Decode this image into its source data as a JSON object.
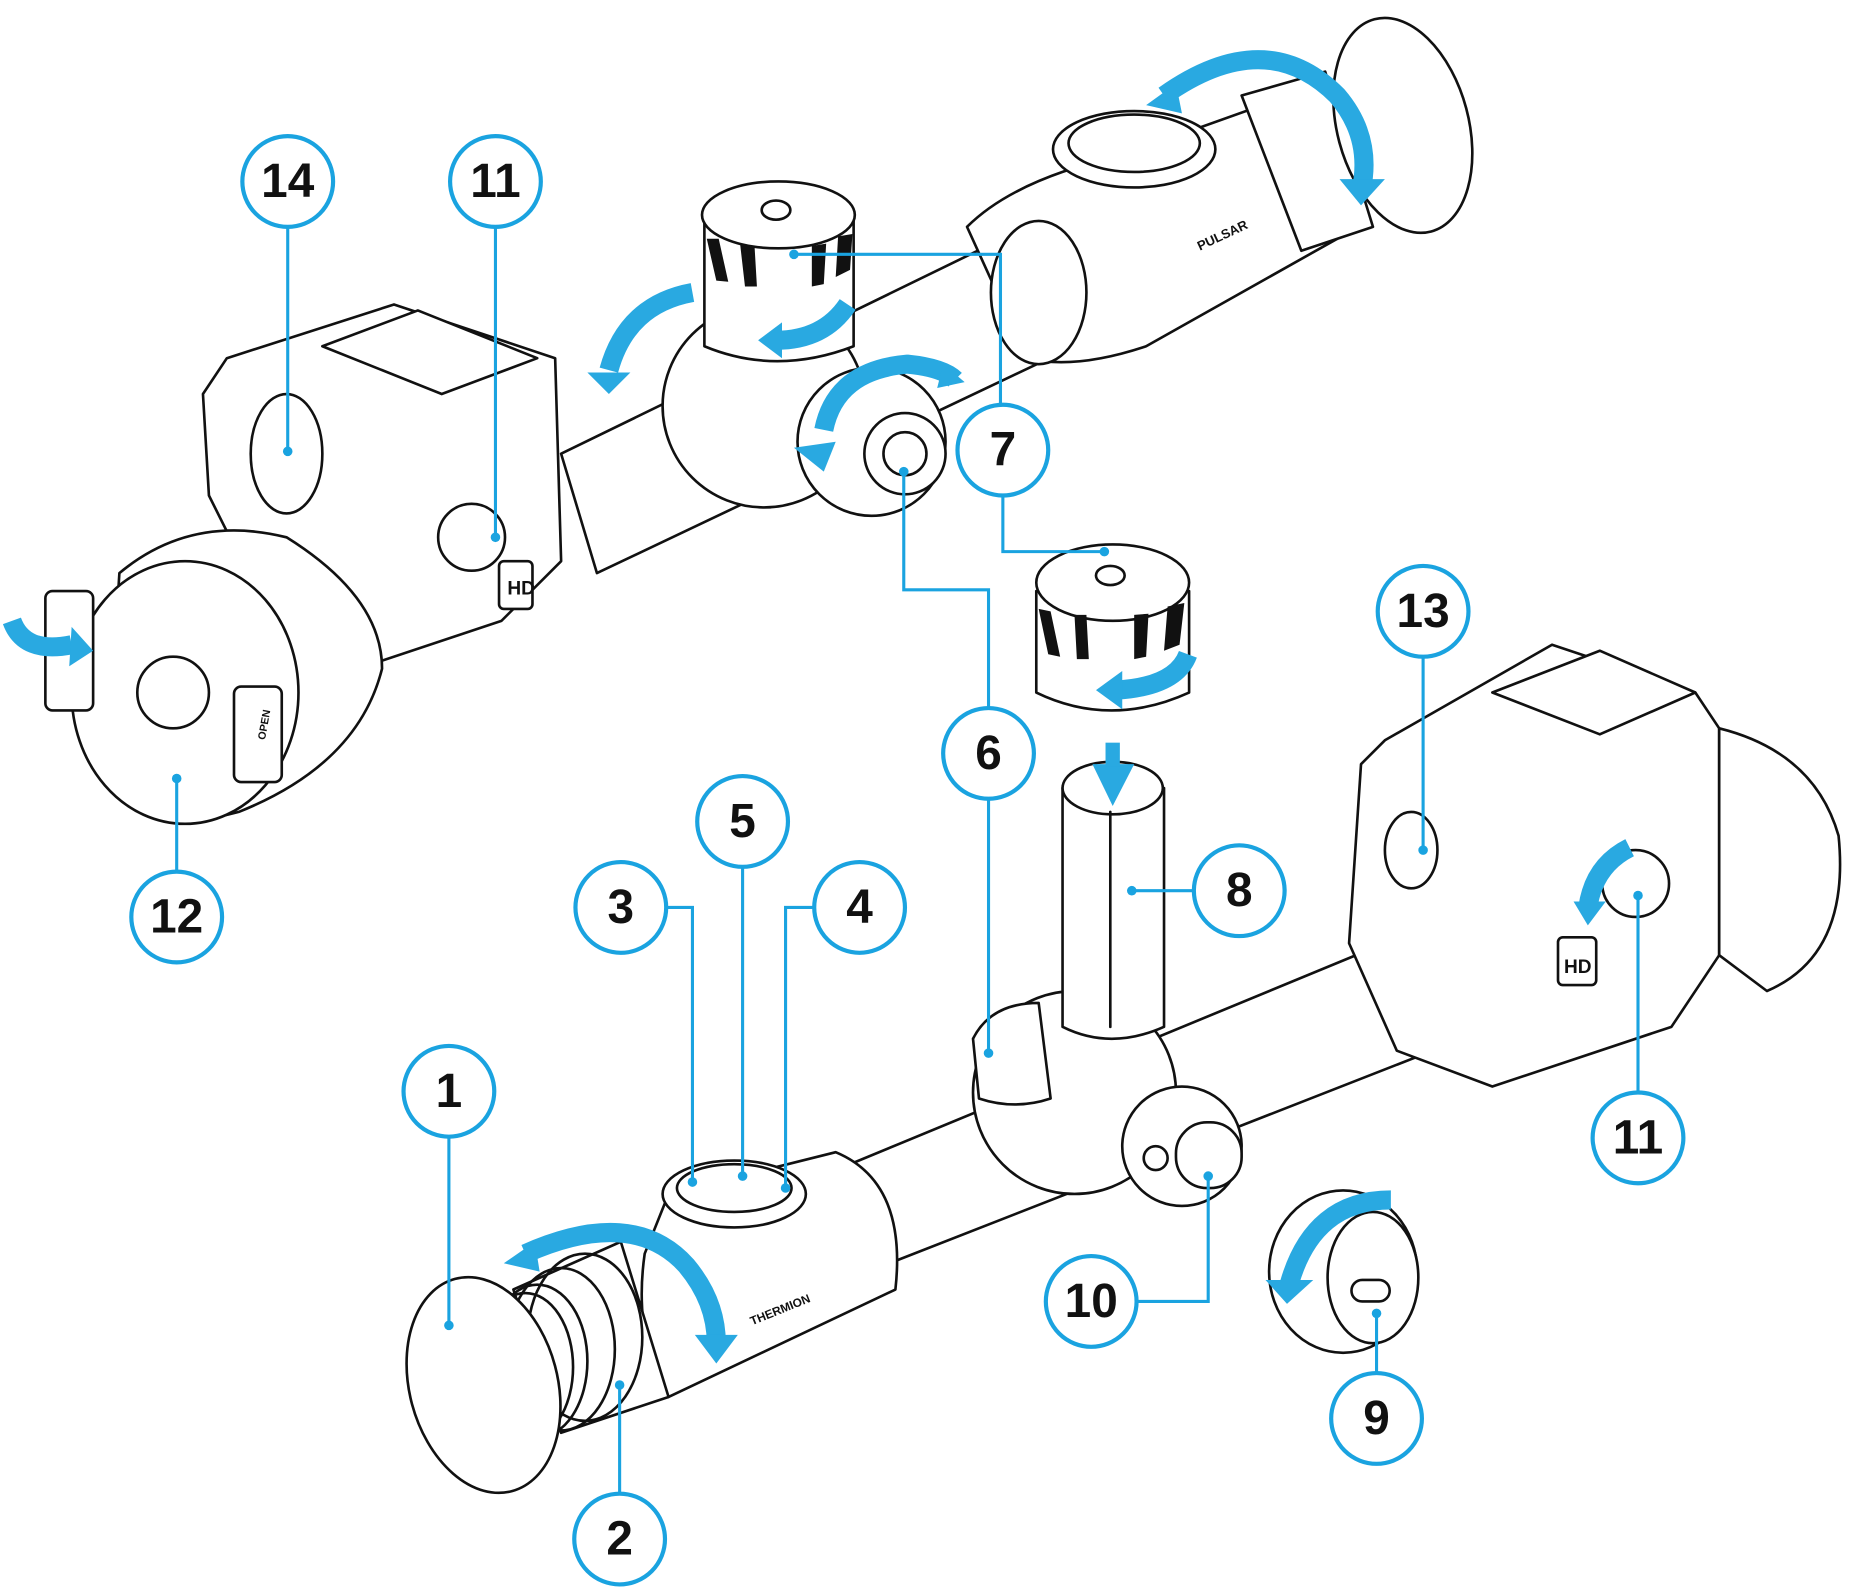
{
  "diagram": {
    "callouts": [
      {
        "id": "c14",
        "label": "14"
      },
      {
        "id": "c11a",
        "label": "11"
      },
      {
        "id": "c7",
        "label": "7"
      },
      {
        "id": "c6",
        "label": "6"
      },
      {
        "id": "c5",
        "label": "5"
      },
      {
        "id": "c3",
        "label": "3"
      },
      {
        "id": "c4",
        "label": "4"
      },
      {
        "id": "c8",
        "label": "8"
      },
      {
        "id": "c13",
        "label": "13"
      },
      {
        "id": "c11b",
        "label": "11"
      },
      {
        "id": "c12",
        "label": "12"
      },
      {
        "id": "c1",
        "label": "1"
      },
      {
        "id": "c2",
        "label": "2"
      },
      {
        "id": "c10",
        "label": "10"
      },
      {
        "id": "c9",
        "label": "9"
      }
    ],
    "accent_color": "#1aa3e0"
  }
}
